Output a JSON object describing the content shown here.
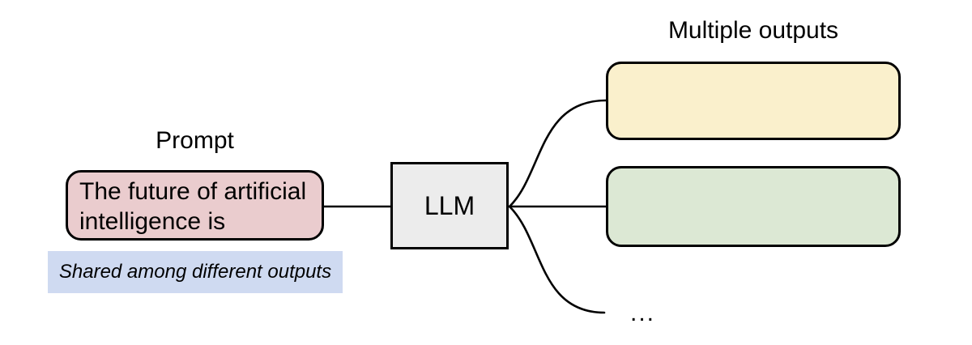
{
  "diagram": {
    "prompt": {
      "label": "Prompt",
      "box_text": "The future of artificial intelligence is",
      "note": "Shared among different outputs"
    },
    "llm": {
      "label": "LLM"
    },
    "outputs": {
      "label": "Multiple outputs",
      "ellipsis": "..."
    },
    "colors": {
      "prompt_fill": "#eaccce",
      "llm_fill": "#ececec",
      "output_top_fill": "#faf0cc",
      "output_mid_fill": "#dce8d4",
      "note_highlight": "#cfdaf1",
      "stroke": "#000000"
    }
  }
}
